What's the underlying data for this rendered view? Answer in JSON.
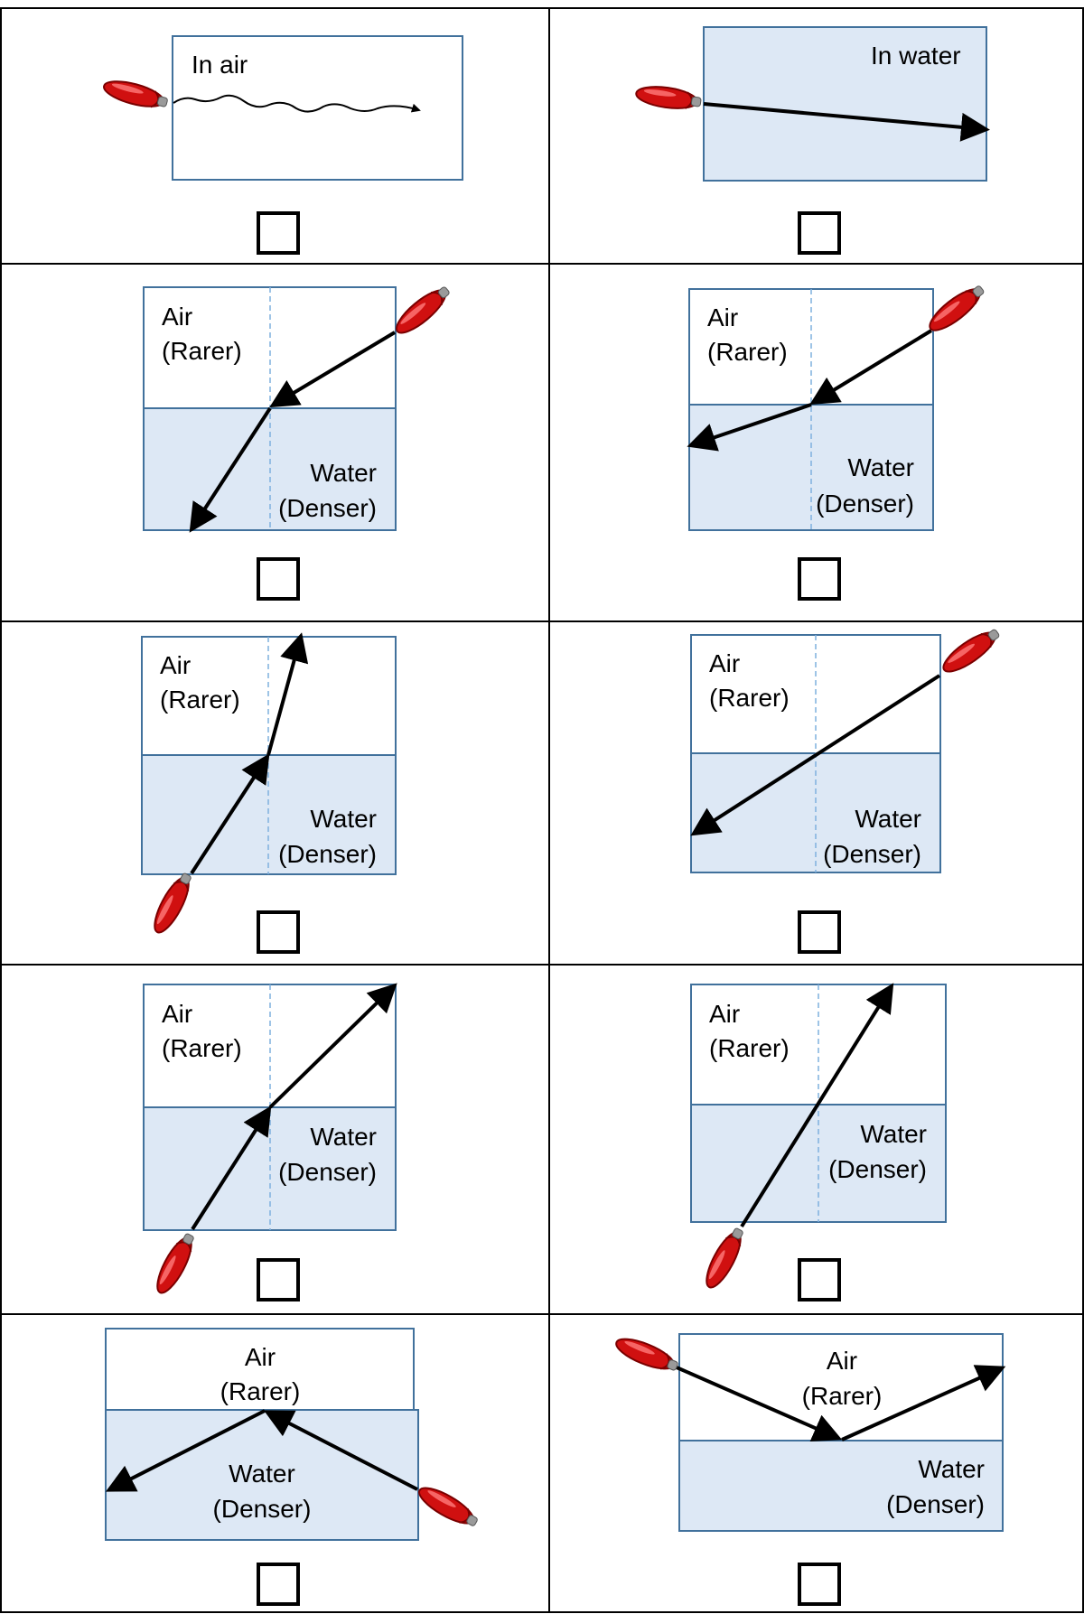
{
  "panels": [
    {
      "id": "p1",
      "lines": [
        "In air"
      ],
      "checkbox_checked": false
    },
    {
      "id": "p2",
      "lines": [
        "In water"
      ],
      "checkbox_checked": false
    },
    {
      "id": "p3",
      "air": [
        "Air",
        "(Rarer)"
      ],
      "water": [
        "Water",
        "(Denser)"
      ],
      "checkbox_checked": false
    },
    {
      "id": "p4",
      "air": [
        "Air",
        "(Rarer)"
      ],
      "water": [
        "Water",
        "(Denser)"
      ],
      "checkbox_checked": false
    },
    {
      "id": "p5",
      "air": [
        "Air",
        "(Rarer)"
      ],
      "water": [
        "Water",
        "(Denser)"
      ],
      "checkbox_checked": false
    },
    {
      "id": "p6",
      "air": [
        "Air",
        "(Rarer)"
      ],
      "water": [
        "Water",
        "(Denser)"
      ],
      "checkbox_checked": false
    },
    {
      "id": "p7",
      "air": [
        "Air",
        "(Rarer)"
      ],
      "water": [
        "Water",
        "(Denser)"
      ],
      "checkbox_checked": false
    },
    {
      "id": "p8",
      "air": [
        "Air",
        "(Rarer)"
      ],
      "water": [
        "Water",
        "(Denser)"
      ],
      "checkbox_checked": false
    },
    {
      "id": "p9",
      "air": [
        "Air",
        "(Rarer)"
      ],
      "water": [
        "Water",
        "(Denser)"
      ],
      "checkbox_checked": false
    },
    {
      "id": "p10",
      "air": [
        "Air",
        "(Rarer)"
      ],
      "water": [
        "Water",
        "(Denser)"
      ],
      "checkbox_checked": false
    }
  ],
  "colors": {
    "grid": "#000000",
    "box_border": "#41719c",
    "water_fill": "#dde8f5",
    "normal_line": "#7fb0de",
    "arrow": "#000000",
    "laser_red": "#d01010",
    "laser_dark": "#7a0000"
  },
  "icons": {
    "laser": "laser-pointer-icon",
    "checkbox": "checkbox-icon"
  }
}
